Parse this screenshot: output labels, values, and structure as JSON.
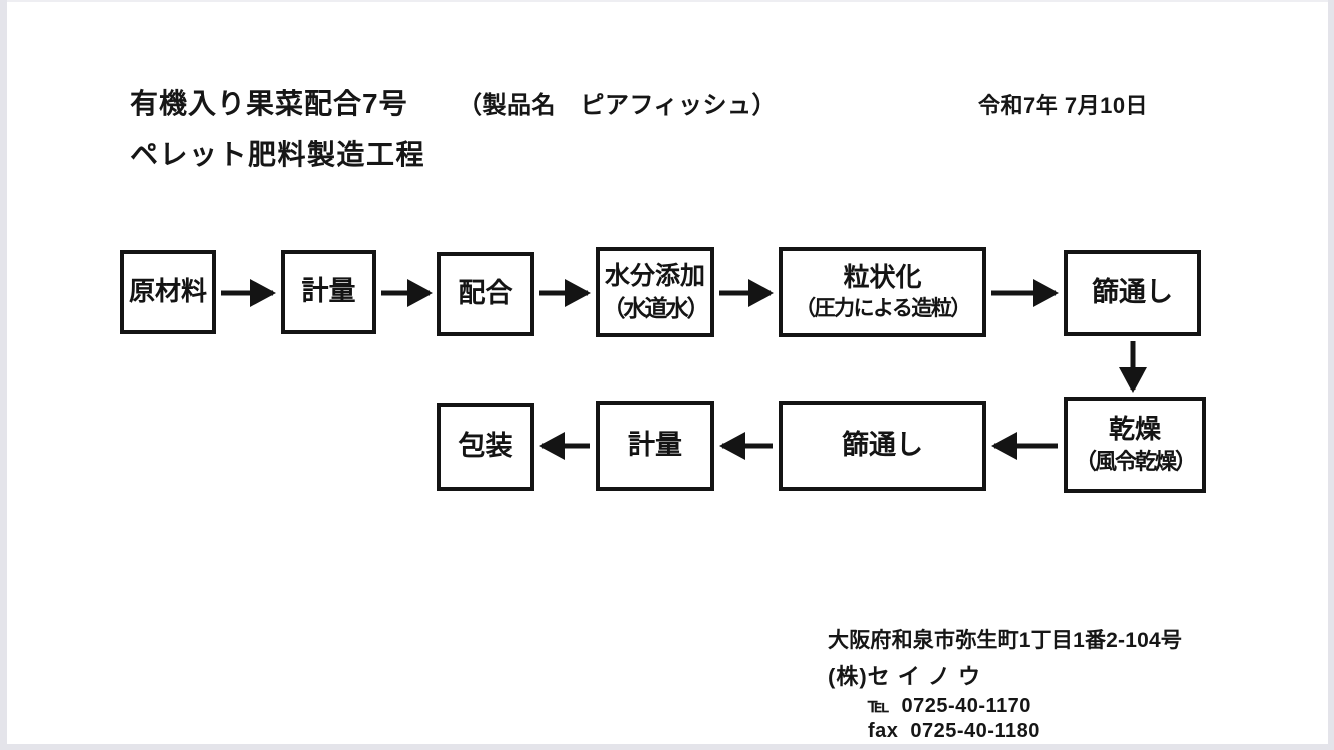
{
  "header": {
    "title": "有機入り果菜配合7号",
    "product_name": "（製品名　ピアフィッシュ）",
    "date": "令和7年 7月10日",
    "subtitle": "ペレット肥料製造工程"
  },
  "flowchart": {
    "nodes": [
      {
        "line1": "原材料",
        "line2": ""
      },
      {
        "line1": "計量",
        "line2": ""
      },
      {
        "line1": "配合",
        "line2": ""
      },
      {
        "line1": "水分添加",
        "line2": "（水道水）"
      },
      {
        "line1": "粒状化",
        "line2": "（圧力による造粒）"
      },
      {
        "line1": "篩通し",
        "line2": ""
      },
      {
        "line1": "乾燥",
        "line2": "（風令乾燥）"
      },
      {
        "line1": "篩通し",
        "line2": ""
      },
      {
        "line1": "計量",
        "line2": ""
      },
      {
        "line1": "包装",
        "line2": ""
      }
    ],
    "sequence": [
      "原材料",
      "計量",
      "配合",
      "水分添加（水道水）",
      "粒状化（圧力による造粒）",
      "篩通し",
      "乾燥（風令乾燥）",
      "篩通し",
      "計量",
      "包装"
    ]
  },
  "footer": {
    "address": "大阪府和泉市弥生町1丁目1番2-104号",
    "company": "(株)セ イ ノ ウ",
    "tel_label": "℡",
    "tel_number": "0725-40-1170",
    "fax_label": "fax",
    "fax_number": "0725-40-1180"
  },
  "colors": {
    "ink": "#161616",
    "paper": "#ffffff",
    "scan_edge": "#e4e4ea"
  }
}
